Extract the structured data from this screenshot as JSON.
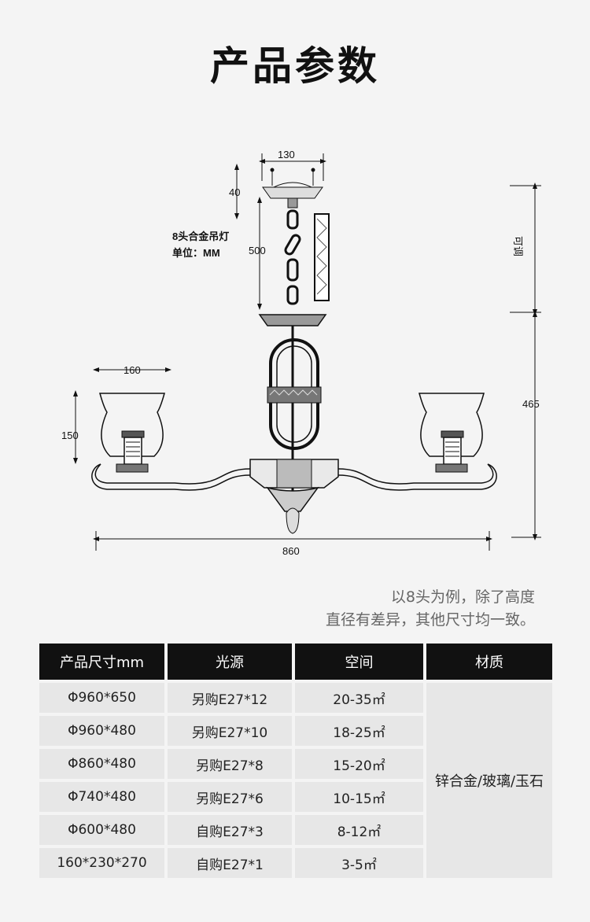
{
  "title": "产品参数",
  "diagram": {
    "label_product": "8头合金吊灯",
    "label_unit": "单位：MM",
    "dim_top_width": "130",
    "dim_canopy_height": "40",
    "dim_chain": "500",
    "dim_adjustable": "可调",
    "dim_body_height": "465",
    "dim_shade_width": "160",
    "dim_shade_height": "150",
    "dim_total_width": "860"
  },
  "note": {
    "line1": "以8头为例，除了高度",
    "line2": "直径有差异，其他尺寸均一致。"
  },
  "table": {
    "headers": [
      "产品尺寸mm",
      "光源",
      "空间",
      "材质"
    ],
    "rows": [
      {
        "size": "Φ960*650",
        "light": "另购E27*12",
        "space": "20-35㎡"
      },
      {
        "size": "Φ960*480",
        "light": "另购E27*10",
        "space": "18-25㎡"
      },
      {
        "size": "Φ860*480",
        "light": "另购E27*8",
        "space": "15-20㎡"
      },
      {
        "size": "Φ740*480",
        "light": "另购E27*6",
        "space": "10-15㎡"
      },
      {
        "size": "Φ600*480",
        "light": "自购E27*3",
        "space": "8-12㎡"
      },
      {
        "size": "160*230*270",
        "light": "自购E27*1",
        "space": "3-5㎡"
      }
    ],
    "material": "锌合金/玻璃/玉石"
  }
}
